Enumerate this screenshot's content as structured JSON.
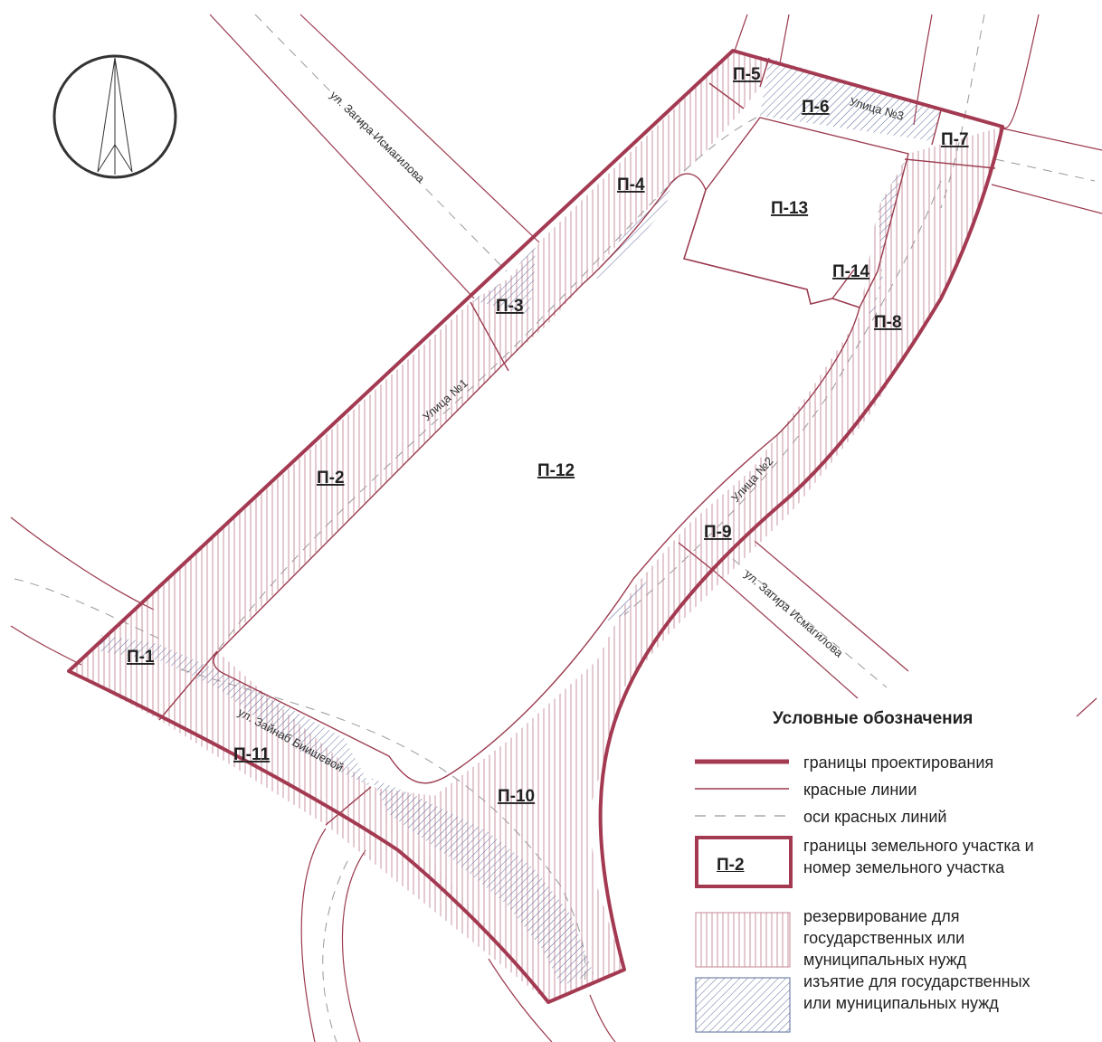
{
  "colors": {
    "boundary": "#a33a52",
    "red_line": "#9b3a4e",
    "hatch_vertical": "#c48a96",
    "hatch_diagonal": "#5a6a9a",
    "axis": "#999999"
  },
  "icons": {
    "north_arrow": "north-arrow-icon"
  },
  "streets": {
    "zagira_top": "ул. Загира Исмагилова",
    "zagira_bottom": "ул. Загира Исмагилова",
    "street_1": "Улица №1",
    "street_2": "Улица №2",
    "street_3": "Улица №3",
    "zainab": "ул. Зайнаб Биишевой"
  },
  "plots": {
    "p1": "П-1",
    "p2": "П-2",
    "p3": "П-3",
    "p4": "П-4",
    "p5": "П-5",
    "p6": "П-6",
    "p7": "П-7",
    "p8": "П-8",
    "p9": "П-9",
    "p10": "П-10",
    "p11": "П-11",
    "p12": "П-12",
    "p13": "П-13",
    "p14": "П-14"
  },
  "legend": {
    "title": "Условные обозначения",
    "items": {
      "design_boundary": "границы проектирования",
      "red_lines": "красные линии",
      "red_line_axes": "оси красных линий",
      "plot_boundary_1": "границы земельного участка и",
      "plot_boundary_2": "номер земельного участка",
      "plot_symbol": "П-2",
      "reservation_1": "резервирование для",
      "reservation_2": "государственных или",
      "reservation_3": "муниципальных нужд",
      "seizure_1": "изъятие  для государственных",
      "seizure_2": "или муниципальных нужд"
    }
  }
}
